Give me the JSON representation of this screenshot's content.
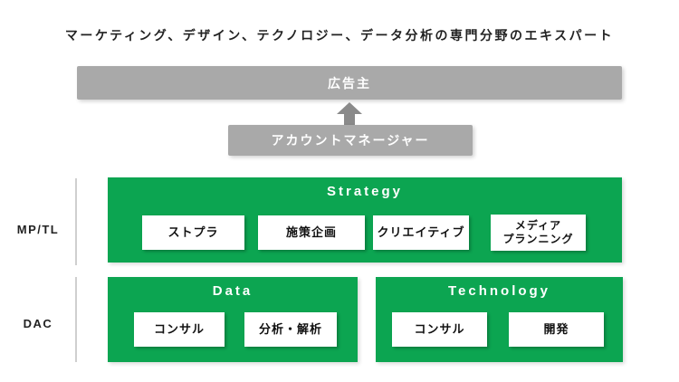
{
  "page_title": "マーケティング、デザイン、テクノロジー、データ分析の専門分野のエキスパート",
  "top": {
    "advertiser": "広告主",
    "account_manager": "アカウントマネージャー",
    "arrow_icon": "up-arrow"
  },
  "row_labels": {
    "mptl": "MP/TL",
    "dac": "DAC"
  },
  "sections": {
    "strategy": {
      "title": "Strategy",
      "items": [
        "ストプラ",
        "施策企画",
        "クリエイティブ",
        "メディア\nプランニング"
      ]
    },
    "data": {
      "title": "Data",
      "items": [
        "コンサル",
        "分析・解析"
      ]
    },
    "technology": {
      "title": "Technology",
      "items": [
        "コンサル",
        "開発"
      ]
    }
  },
  "colors": {
    "green": "#0CA551",
    "gray_box": "#A9A9A9",
    "arrow_gray": "#8A8A8A",
    "divider": "#CFCFCF",
    "text_dark": "#1A1A1A",
    "white": "#FFFFFF"
  }
}
